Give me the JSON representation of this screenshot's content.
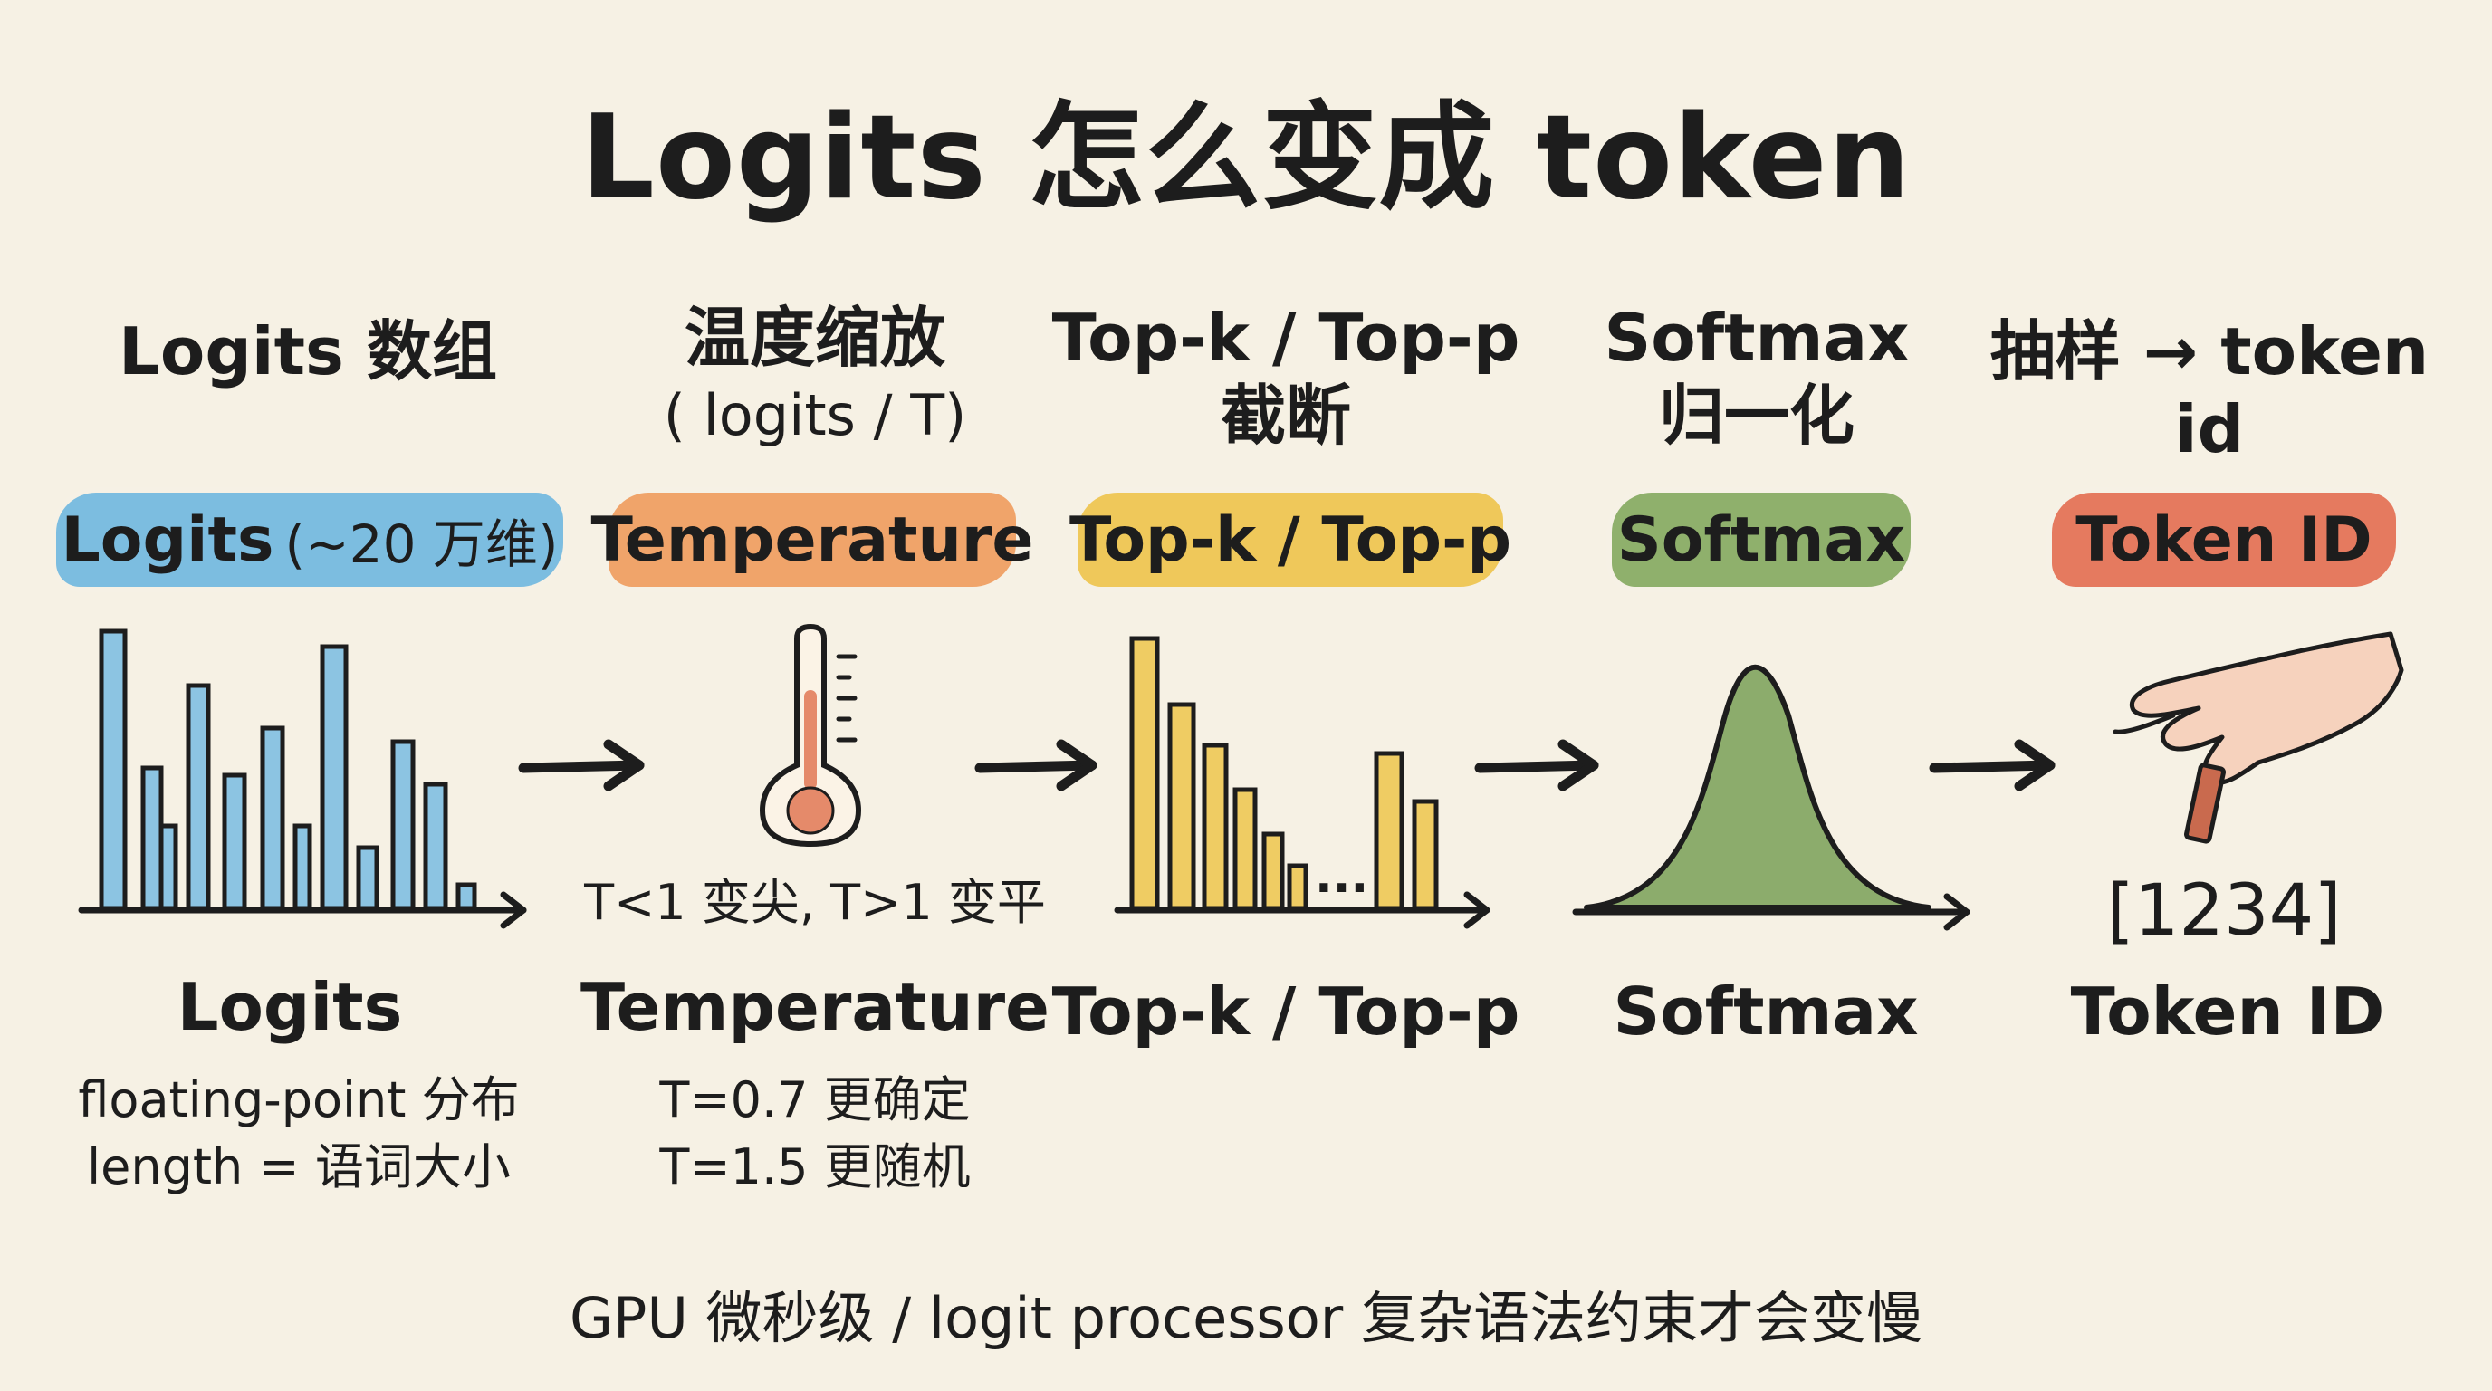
{
  "title": "Logits 怎么变成 token",
  "columns": [
    {
      "head": "Logits 数组",
      "sub": "",
      "pill": "Logits",
      "pill_extra": "(~20 万维)",
      "pill_color": "#7cbde0",
      "label": "Logits",
      "notes": [
        "floating-point 分布",
        "length = 语词大小"
      ]
    },
    {
      "head": "温度缩放",
      "sub": "( logits / T)",
      "pill": "Temperature",
      "pill_extra": "",
      "pill_color": "#f0a46a",
      "label": "Temperature",
      "notes": [
        "T=0.7 更确定",
        "T=1.5 更随机"
      ],
      "caption": "T<1 变尖, T>1 变平"
    },
    {
      "head": "Top-k / Top-p",
      "sub": "截断",
      "pill": "Top-k / Top-p",
      "pill_extra": "",
      "pill_color": "#efc85a",
      "label": "Top-k / Top-p",
      "notes": [],
      "ellipsis": "..."
    },
    {
      "head": "Softmax",
      "sub": "归一化",
      "pill": "Softmax",
      "pill_extra": "",
      "pill_color": "#8fb06c",
      "label": "Softmax",
      "notes": []
    },
    {
      "head": "抽样 → token id",
      "sub": "",
      "pill": "Token ID",
      "pill_extra": "",
      "pill_color": "#e57a5f",
      "label": "Token ID",
      "notes": [],
      "token_value": "[1234]"
    }
  ],
  "footer": "GPU 微秒级 / logit processor 复杂语法约束才会变慢",
  "colors": {
    "blue_bar": "#8cc4e2",
    "yellow_bar": "#efcc63",
    "green_curve": "#8cac6c",
    "thermo_fill": "#e58a6a",
    "ink": "#1d1d1d",
    "skin": "#f6d2bd",
    "token_stick": "#c96a4e"
  }
}
